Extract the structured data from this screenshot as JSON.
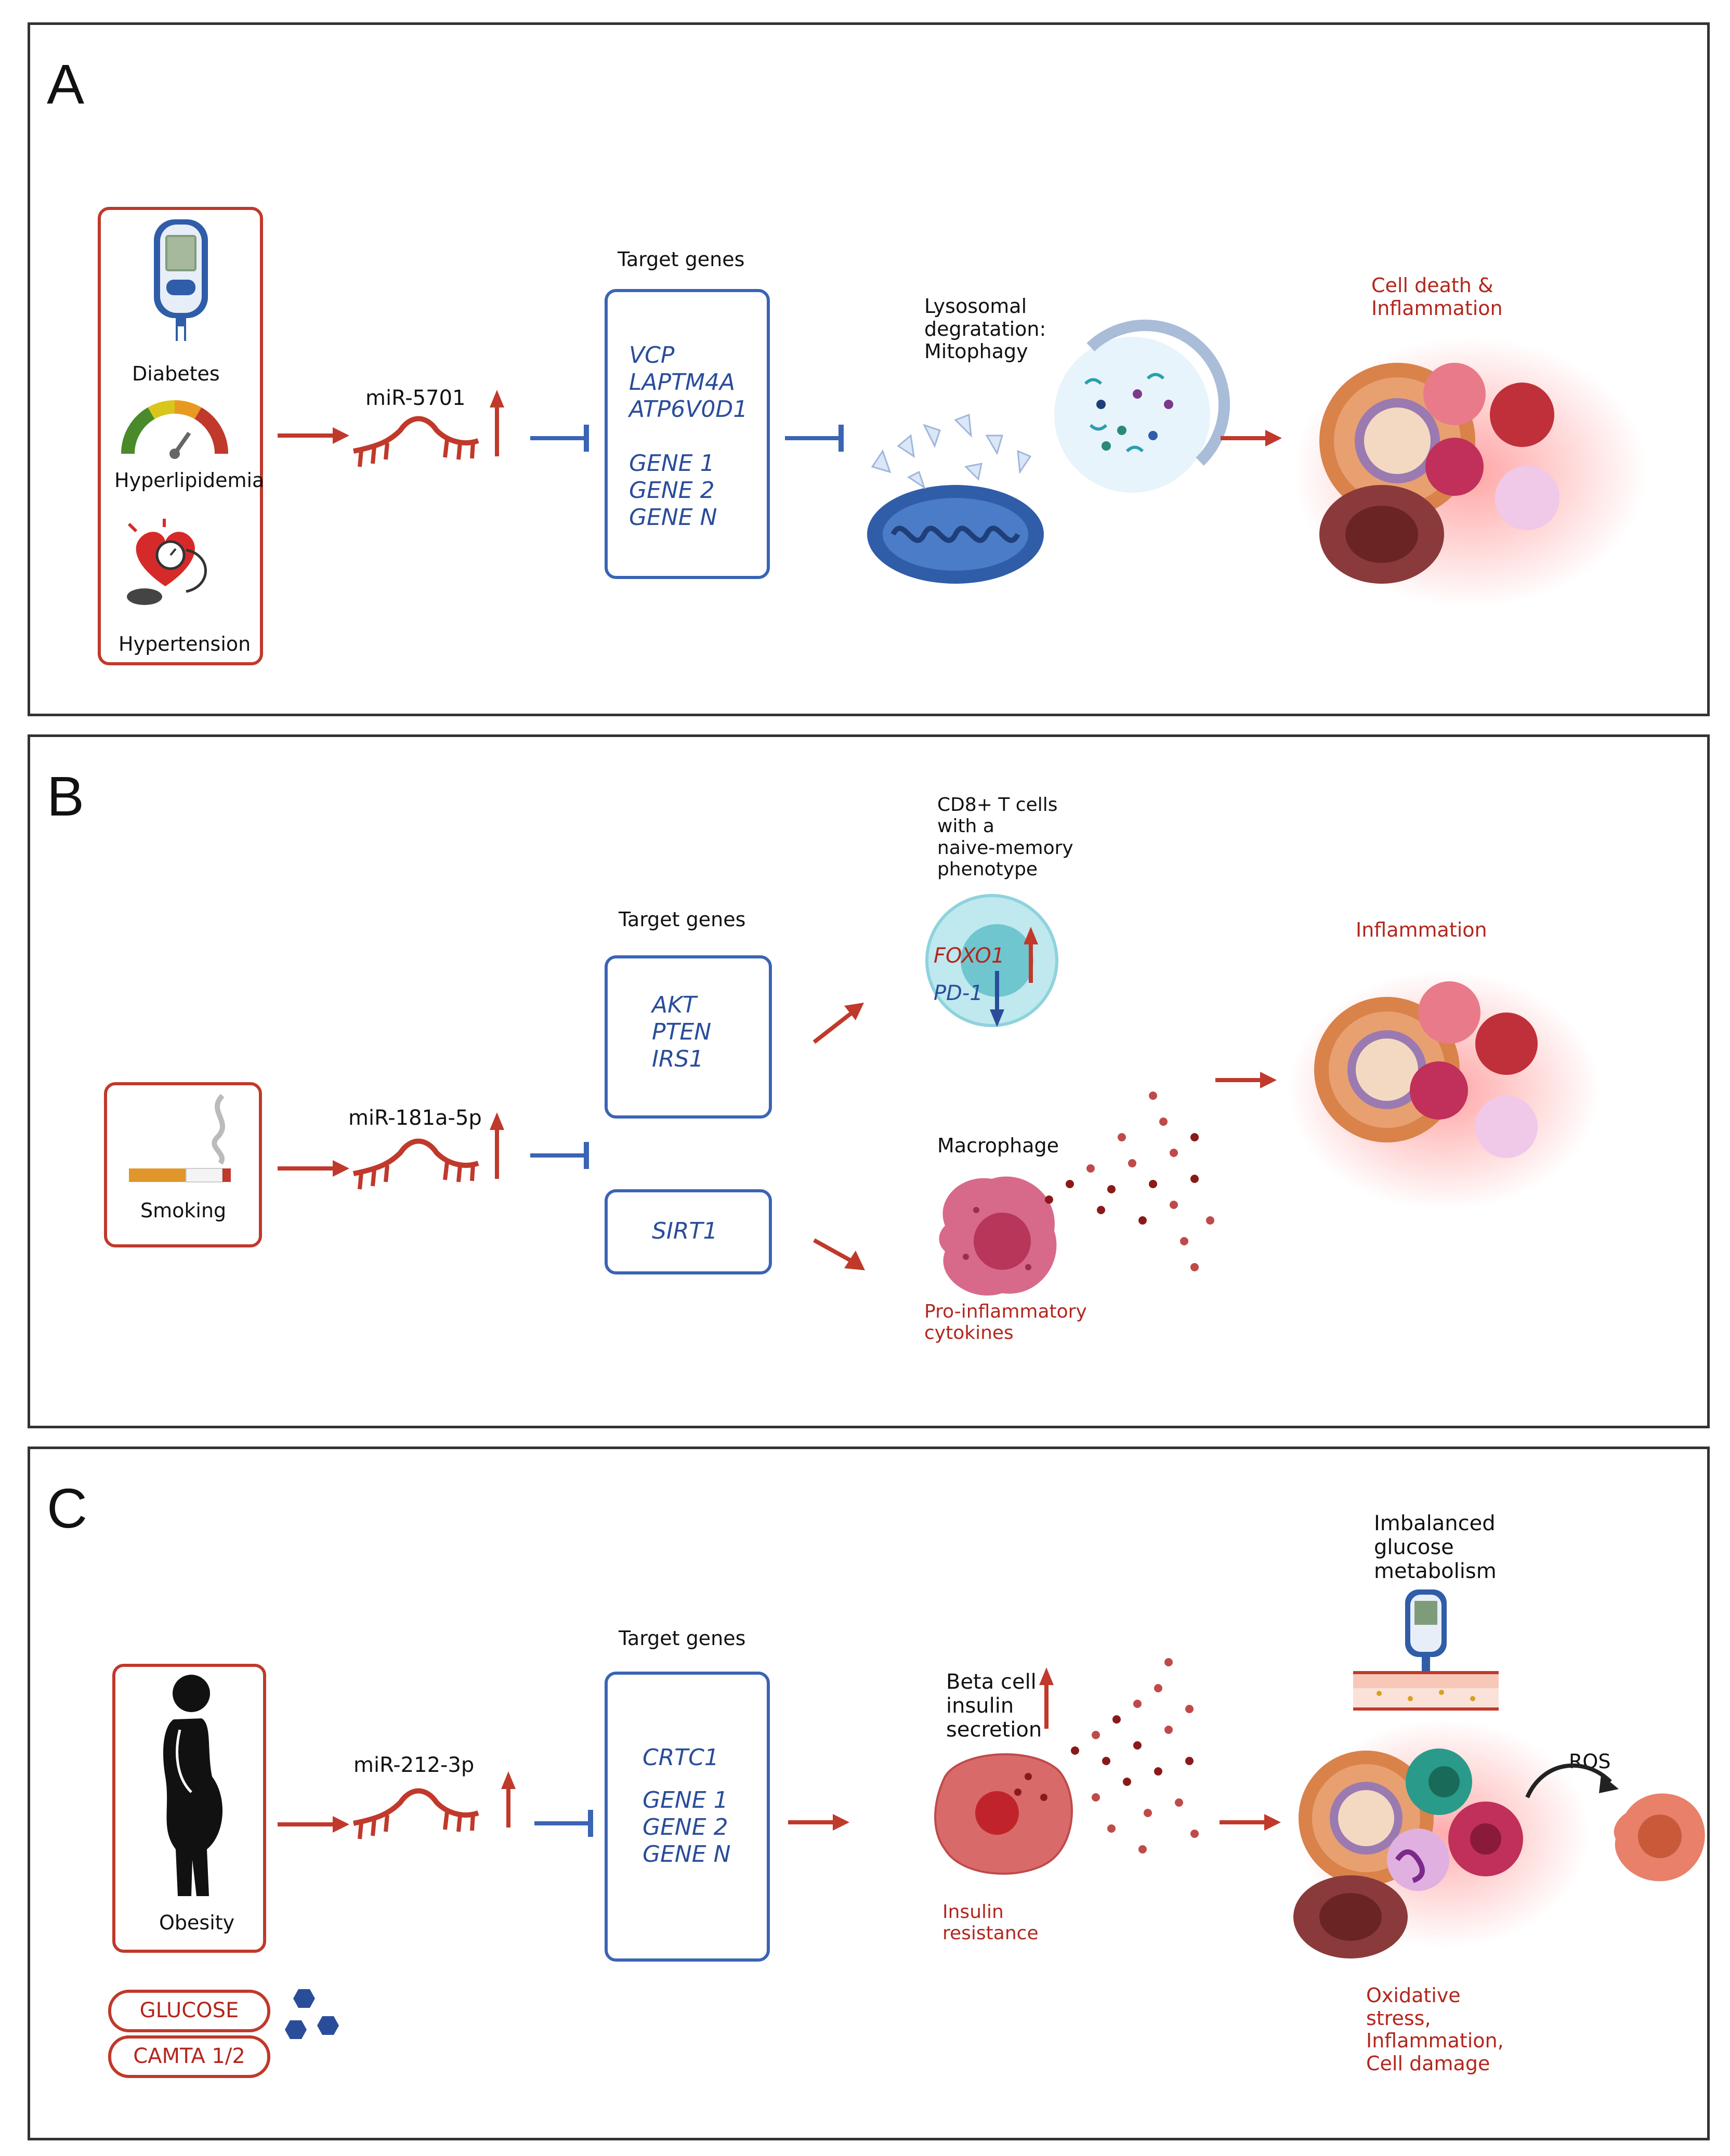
{
  "panel_a": {
    "letter": "A",
    "risk_factors": [
      "Diabetes",
      "Hyperlipidemia",
      "Hypertension"
    ],
    "mirna": "miR-5701",
    "target_title": "Target genes",
    "target_genes_1": [
      "VCP",
      "LAPTM4A",
      "ATP6V0D1"
    ],
    "target_genes_2": [
      "GENE 1",
      "GENE 2",
      "GENE N"
    ],
    "process_lines": [
      "Lysosomal",
      "degratation:",
      "Mitophagy"
    ],
    "outcome_lines": [
      "Cell death &",
      "Inflammation"
    ]
  },
  "panel_b": {
    "letter": "B",
    "risk_factor": "Smoking",
    "mirna": "miR-181a-5p",
    "target_title": "Target genes",
    "target_genes_1": [
      "AKT",
      "PTEN",
      "IRS1"
    ],
    "target_genes_2": [
      "SIRT1"
    ],
    "tcell_lines": [
      "CD8+ T cells",
      "with a",
      "naive-memory",
      "phenotype"
    ],
    "foxo1": "FOXO1",
    "pd1": "PD-1",
    "macrophage": "Macrophage",
    "cytokine_lines": [
      "Pro-inflammatory",
      "cytokines"
    ],
    "outcome": "Inflammation"
  },
  "panel_c": {
    "letter": "C",
    "risk_factor": "Obesity",
    "pills": [
      "GLUCOSE",
      "CAMTA 1/2"
    ],
    "mirna": "miR-212-3p",
    "target_title": "Target genes",
    "target_genes_1": [
      "CRTC1"
    ],
    "target_genes_2": [
      "GENE 1",
      "GENE 2",
      "GENE N"
    ],
    "beta_lines": [
      "Beta cell",
      "insulin",
      "secretion"
    ],
    "insulin_lines": [
      "Insulin",
      "resistance"
    ],
    "glucose_lines": [
      "Imbalanced",
      "glucose",
      "metabolism"
    ],
    "ros": "ROS",
    "outcome_lines": [
      "Oxidative",
      "stress,",
      "Inflammation,",
      "Cell damage"
    ]
  }
}
